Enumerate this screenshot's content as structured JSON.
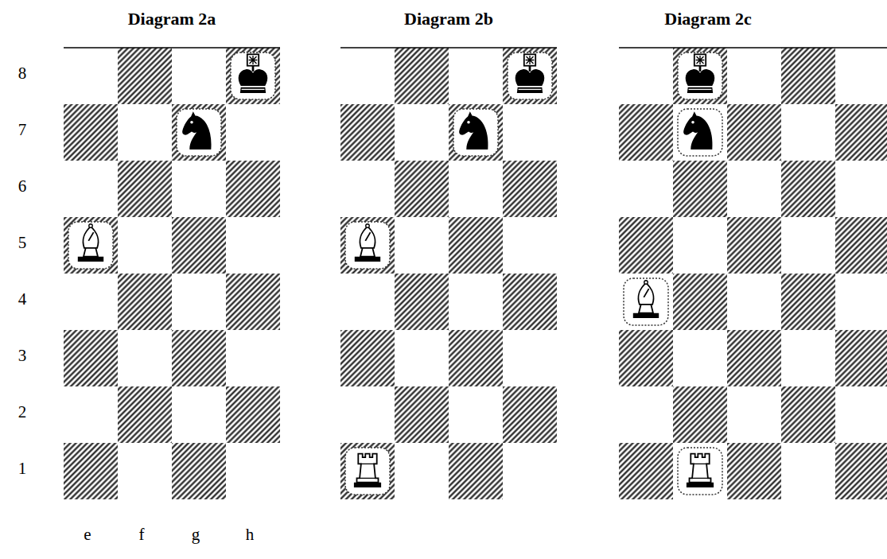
{
  "diagram": {
    "nodes": [
      {
        "text": [
          "Diagram 2a"
        ]
      },
      {
        "text": [
          "Diagram 2b"
        ]
      },
      {
        "text": [
          "Diagram 2c"
        ]
      }
    ],
    "labels": [
      "8",
      "7",
      "6",
      "5",
      "4",
      "3",
      "2",
      "1",
      "e",
      "f",
      "g",
      "h"
    ]
  }
}
